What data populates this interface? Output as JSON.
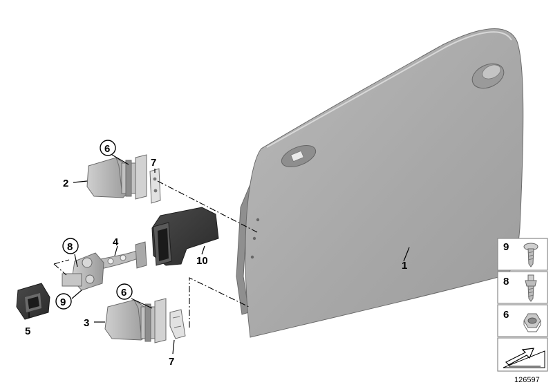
{
  "callouts": {
    "door": "1",
    "upper_hinge": "2",
    "lower_hinge": "3",
    "door_check": "4",
    "grommet": "5",
    "nut_upper": "6",
    "nut_lower": "6",
    "shim_upper": "7",
    "shim_lower": "7",
    "stud_screw": "8",
    "screw": "9",
    "check_cover": "10"
  },
  "legend": {
    "row_1": "9",
    "row_2": "8",
    "row_3": "6"
  },
  "diagram_id": "126597"
}
